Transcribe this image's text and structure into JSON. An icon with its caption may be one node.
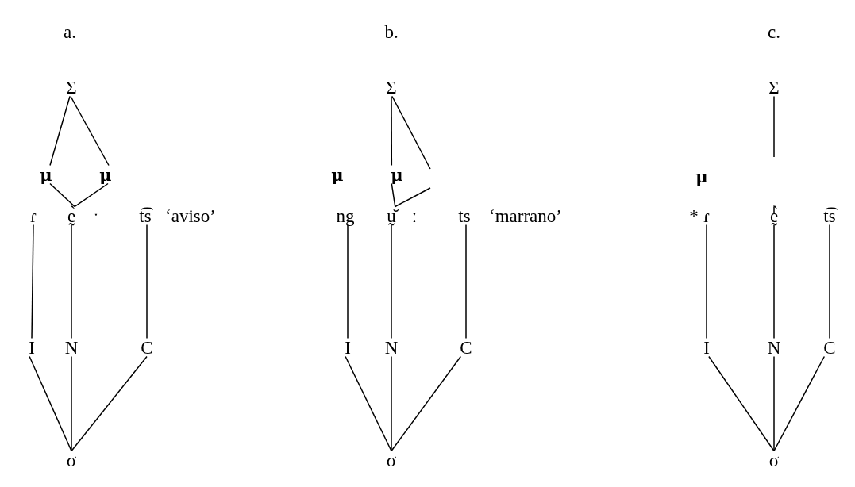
{
  "diagram": {
    "nodes": [
      {
        "text": [
          "Σ"
        ]
      },
      {
        "text": [
          "μ"
        ]
      },
      {
        "text": [
          "μ"
        ]
      },
      {
        "text": [
          "ɾ"
        ]
      },
      {
        "text": [
          "ḛ̀"
        ]
      },
      {
        "text": [
          "t͡s"
        ]
      },
      {
        "text": [
          "I"
        ]
      },
      {
        "text": [
          "N"
        ]
      },
      {
        "text": [
          "C"
        ]
      },
      {
        "text": [
          "σ"
        ]
      },
      {
        "text": [
          "Σ"
        ]
      },
      {
        "text": [
          "μ"
        ]
      },
      {
        "text": [
          "μ"
        ]
      },
      {
        "text": [
          "ng"
        ]
      },
      {
        "text": [
          "ṵ̆"
        ]
      },
      {
        "text": [
          "ts"
        ]
      },
      {
        "text": [
          "I"
        ]
      },
      {
        "text": [
          "N"
        ]
      },
      {
        "text": [
          "C"
        ]
      },
      {
        "text": [
          "σ"
        ]
      },
      {
        "text": [
          "Σ"
        ]
      },
      {
        "text": [
          "μ"
        ]
      },
      {
        "text": [
          "ɾ"
        ]
      },
      {
        "text": [
          "ḛ̀"
        ]
      },
      {
        "text": [
          "t͡s"
        ]
      },
      {
        "text": [
          "I"
        ]
      },
      {
        "text": [
          "N"
        ]
      },
      {
        "text": [
          "C"
        ]
      },
      {
        "text": [
          "σ"
        ]
      }
    ],
    "edges": [
      {
        "from": 0,
        "to": 1,
        "arrow": "none"
      },
      {
        "from": 0,
        "to": 2,
        "arrow": "none"
      },
      {
        "from": 1,
        "to": 4,
        "arrow": "none"
      },
      {
        "from": 2,
        "to": 4,
        "arrow": "none"
      },
      {
        "from": 3,
        "to": 6,
        "arrow": "none"
      },
      {
        "from": 4,
        "to": 7,
        "arrow": "none"
      },
      {
        "from": 5,
        "to": 8,
        "arrow": "none"
      },
      {
        "from": 6,
        "to": 9,
        "arrow": "none"
      },
      {
        "from": 7,
        "to": 9,
        "arrow": "none"
      },
      {
        "from": 8,
        "to": 9,
        "arrow": "none"
      },
      {
        "from": 10,
        "to": 12,
        "arrow": "none"
      },
      {
        "from": 10,
        "to": null,
        "arrow": "none"
      },
      {
        "from": 12,
        "to": 14,
        "arrow": "none"
      },
      {
        "from": null,
        "to": 14,
        "arrow": "none"
      },
      {
        "from": 13,
        "to": 16,
        "arrow": "none"
      },
      {
        "from": 14,
        "to": 17,
        "arrow": "none"
      },
      {
        "from": 15,
        "to": 18,
        "arrow": "none"
      },
      {
        "from": 16,
        "to": 19,
        "arrow": "none"
      },
      {
        "from": 17,
        "to": 19,
        "arrow": "none"
      },
      {
        "from": 18,
        "to": 19,
        "arrow": "none"
      },
      {
        "from": 20,
        "to": null,
        "arrow": "none"
      },
      {
        "from": null,
        "to": 23,
        "arrow": "none"
      },
      {
        "from": 22,
        "to": 25,
        "arrow": "none"
      },
      {
        "from": 23,
        "to": 26,
        "arrow": "none"
      },
      {
        "from": 24,
        "to": 27,
        "arrow": "none"
      },
      {
        "from": 25,
        "to": 28,
        "arrow": "none"
      },
      {
        "from": 26,
        "to": 28,
        "arrow": "none"
      },
      {
        "from": 27,
        "to": 28,
        "arrow": "none"
      }
    ],
    "labels": [
      "a.",
      "b.",
      "c.",
      "ˑ",
      "‘aviso’",
      "ː",
      "‘marrano’",
      "*"
    ]
  }
}
